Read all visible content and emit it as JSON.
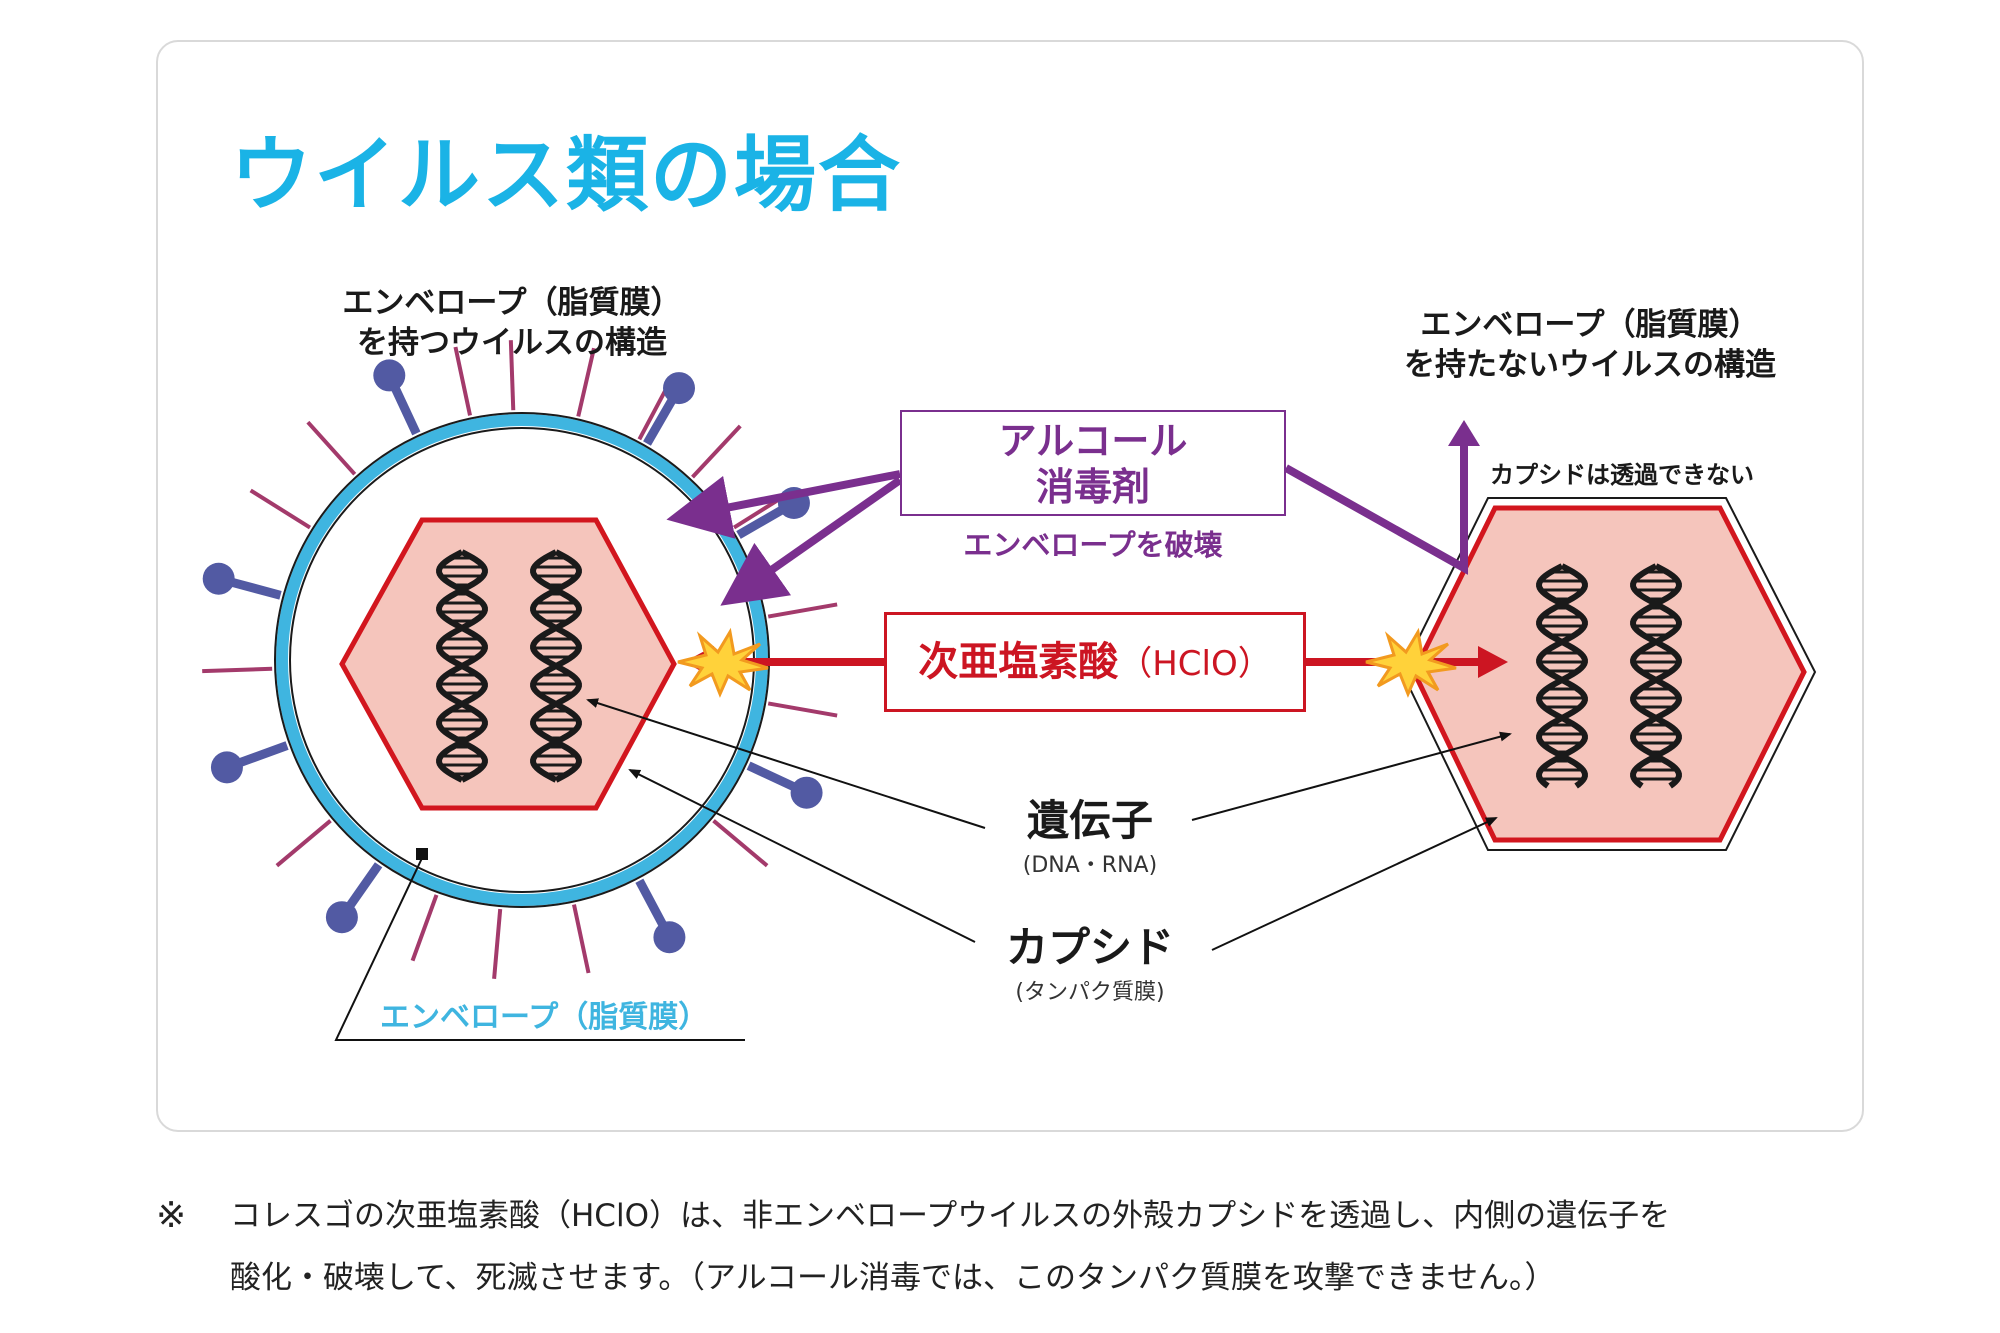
{
  "title": "ウイルス類の場合",
  "left_virus": {
    "label_line1": "エンベロープ（脂質膜）",
    "label_line2": "を持つウイルスの構造",
    "envelope_label": "エンベロープ（脂質膜）"
  },
  "right_virus": {
    "label_line1": "エンベロープ（脂質膜）",
    "label_line2": "を持たないウイルスの構造",
    "capsid_note": "カプシドは透過できない"
  },
  "alcohol": {
    "line1": "アルコール",
    "line2": "消毒剤",
    "effect": "エンベロープを破壊"
  },
  "hclo": {
    "label": "次亜塩素酸",
    "formula": "（HClO）"
  },
  "gene": {
    "label": "遺伝子",
    "sub": "(DNA・RNA)"
  },
  "capsid": {
    "label": "カプシド",
    "sub": "(タンパク質膜)"
  },
  "footnote": {
    "mark": "※",
    "line1": "コレスゴの次亜塩素酸（HClO）は、非エンベロープウイルスの外殻カプシドを透過し、内側の遺伝子を",
    "line2": "酸化・破壊して、死滅させます。（アルコール消毒では、このタンパク質膜を攻撃できません。）"
  },
  "colors": {
    "title": "#1ab3e6",
    "envelope": "#3fb5e0",
    "capsid_fill": "#f5c5bc",
    "capsid_stroke": "#d2161e",
    "alcohol": "#7a2f8e",
    "hclo": "#cc1522",
    "spike_line": "#a33a6b",
    "spike_knob": "#525aa3"
  }
}
